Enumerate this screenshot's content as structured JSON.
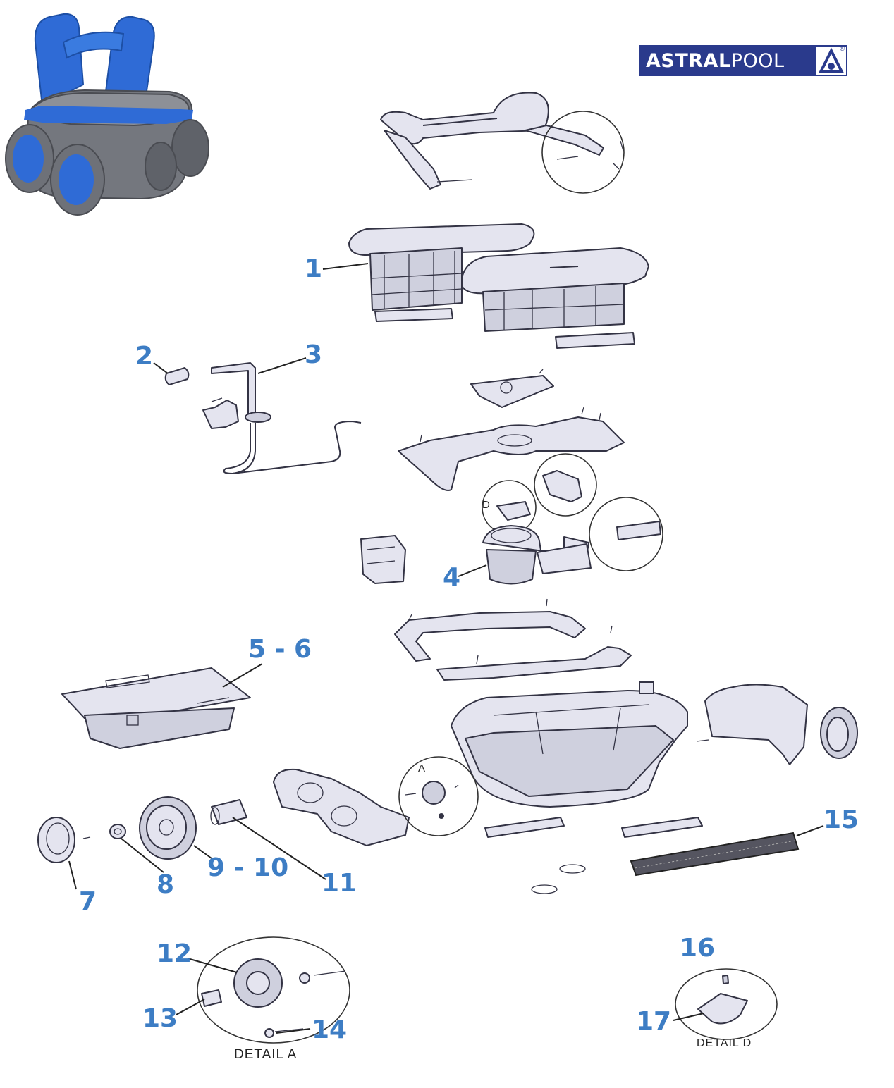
{
  "brand": {
    "logo_bold": "ASTRAL",
    "logo_light": "POOL",
    "registered": "®"
  },
  "callouts": {
    "c1": "1",
    "c2": "2",
    "c3": "3",
    "c4": "4",
    "c5_6": "5 - 6",
    "c7": "7",
    "c8": "8",
    "c9_10": "9 - 10",
    "c11": "11",
    "c12": "12",
    "c13": "13",
    "c14": "14",
    "c15": "15",
    "c16": "16",
    "c17": "17"
  },
  "details": {
    "detail_a": "DETAIL A",
    "detail_d": "DETAIL D",
    "marker_a": "A",
    "marker_d": "D"
  },
  "colors": {
    "callout_blue": "#3d7dc4",
    "logo_navy": "#2a3a8c",
    "part_fill": "#e4e4ef",
    "part_stroke": "#333344",
    "robot_blue": "#2f6bd6",
    "robot_grey": "#6e7178"
  }
}
